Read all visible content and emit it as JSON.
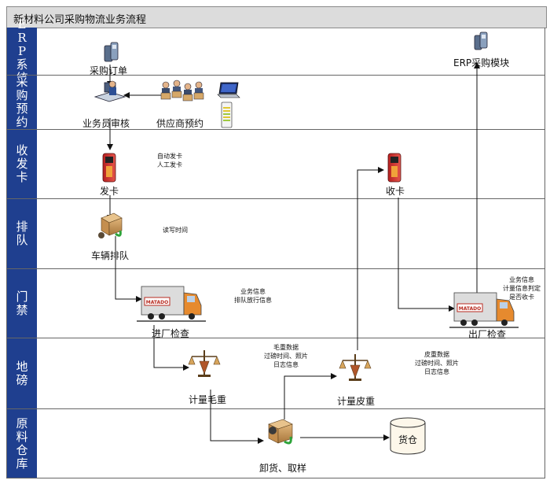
{
  "title": "新材料公司采购物流业务流程",
  "lanes": [
    {
      "label": "ERP系统"
    },
    {
      "label": "采购预约"
    },
    {
      "label": "收发卡"
    },
    {
      "label": "排队"
    },
    {
      "label": "门禁"
    },
    {
      "label": "地磅"
    },
    {
      "label": "原料仓库"
    }
  ],
  "nodes": {
    "purchase_order": "采购订单",
    "erp_module": "ERP采购模块",
    "clerk_review": "业务员审核",
    "supplier_booking": "供应商预约",
    "issue_card": "发卡",
    "collect_card": "收卡",
    "vehicle_queue": "车辆排队",
    "entry_check": "进厂检查",
    "exit_check": "出厂检查",
    "gross_weigh": "计量毛重",
    "tare_weigh": "计量皮重",
    "unload_sample": "卸货、取样",
    "warehouse": "货仓"
  },
  "notes": {
    "card_mode": [
      "自动发卡",
      "人工发卡"
    ],
    "queue_rw": [
      "读写时间"
    ],
    "entry_info": [
      "业务信息",
      "排队放行信息"
    ],
    "exit_info": [
      "业务信息",
      "计量信息判定",
      "是否收卡"
    ],
    "gross_data": [
      "毛重数据",
      "过磅时间、照片",
      "日志信息"
    ],
    "tare_data": [
      "皮重数据",
      "过磅时间、照片",
      "日志信息"
    ]
  },
  "truck_plate": "MATADO"
}
